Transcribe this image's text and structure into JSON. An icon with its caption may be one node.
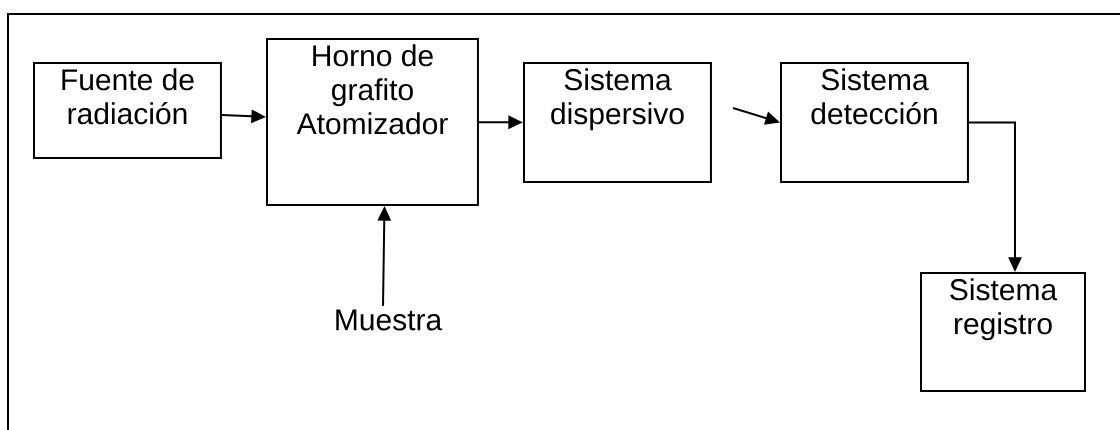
{
  "diagram": {
    "nodes": [
      {
        "text": [
          "Fuente de radiación"
        ]
      },
      {
        "text": [
          "Horno de grafito Atomizador"
        ]
      },
      {
        "text": [
          "Sistema dispersivo"
        ]
      },
      {
        "text": [
          "Sistema detección"
        ]
      },
      {
        "text": [
          "Sistema registro"
        ]
      },
      {
        "text": [
          "Muestra"
        ]
      }
    ],
    "edges": [
      {
        "from": 0,
        "to": 1,
        "arrow": "to"
      },
      {
        "from": 1,
        "to": 2,
        "arrow": "to"
      },
      {
        "from": null,
        "to": 3,
        "arrow": "to"
      },
      {
        "from": 3,
        "to": 4,
        "arrow": "to"
      },
      {
        "from": 5,
        "to": 1,
        "arrow": "to"
      }
    ]
  }
}
